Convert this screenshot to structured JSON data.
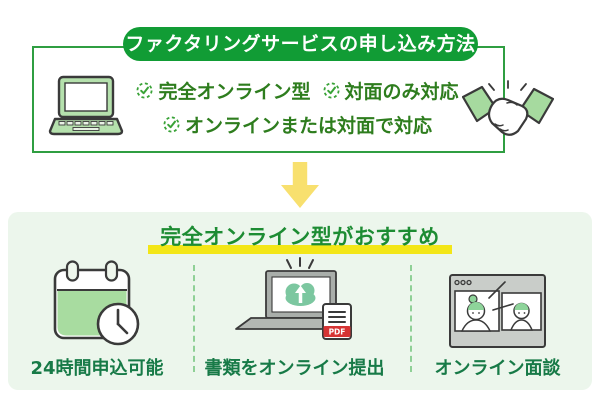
{
  "top_box": {
    "title": "ファクタリングサービスの申し込み方法",
    "options": [
      "完全オンライン型",
      "対面のみ対応",
      "オンラインまたは対面で対応"
    ],
    "left_icon": "laptop-icon",
    "right_icon": "handshake-icon"
  },
  "arrow": {
    "direction": "down",
    "color": "#f8e06e"
  },
  "recommend": {
    "title": "完全オンライン型がおすすめ",
    "features": [
      {
        "icon": "calendar-clock-icon",
        "label": "24時間申込可能"
      },
      {
        "icon": "laptop-upload-icon",
        "label": "書類をオンライン提出",
        "badge": "PDF"
      },
      {
        "icon": "video-call-icon",
        "label": "オンライン面談"
      }
    ]
  },
  "colors": {
    "brand_green": "#119c35",
    "box_border_green": "#2f9e41",
    "option_text_green": "#2e7d1e",
    "check_green": "#3aa338",
    "light_green_fill": "#b5e1ad",
    "panel_bg": "#ecf6ec",
    "label_green": "#177a47",
    "title_green": "#1d8c33",
    "highlight_yellow": "#f3e617",
    "arrow_yellow": "#f8e06e",
    "pdf_red": "#d63434"
  }
}
